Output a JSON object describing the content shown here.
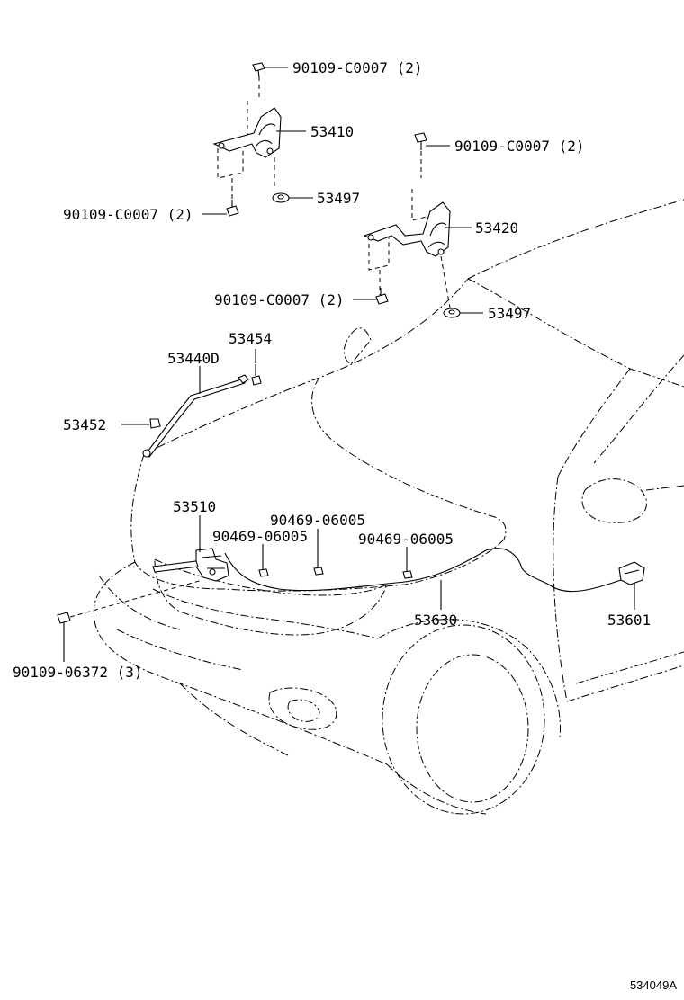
{
  "labels": {
    "bolt_top_hinge_left": "90109-C0007 (2)",
    "hinge_left": "53410",
    "cushion_left": "53497",
    "bolt_bottom_hinge_left": "90109-C0007 (2)",
    "bolt_top_hinge_right": "90109-C0007 (2)",
    "hinge_right": "53420",
    "bolt_bottom_hinge_right": "90109-C0007 (2)",
    "cushion_right": "53497",
    "clamp_support": "53454",
    "support_rod": "53440D",
    "rod_holder": "53452",
    "hood_lock": "53510",
    "clip_center": "90469-06005",
    "clip_left": "90469-06005",
    "clip_right": "90469-06005",
    "release_cable": "53630",
    "release_lever": "53601",
    "bolt_lock": "90109-06372 (3)"
  },
  "reference_code": "534049A"
}
